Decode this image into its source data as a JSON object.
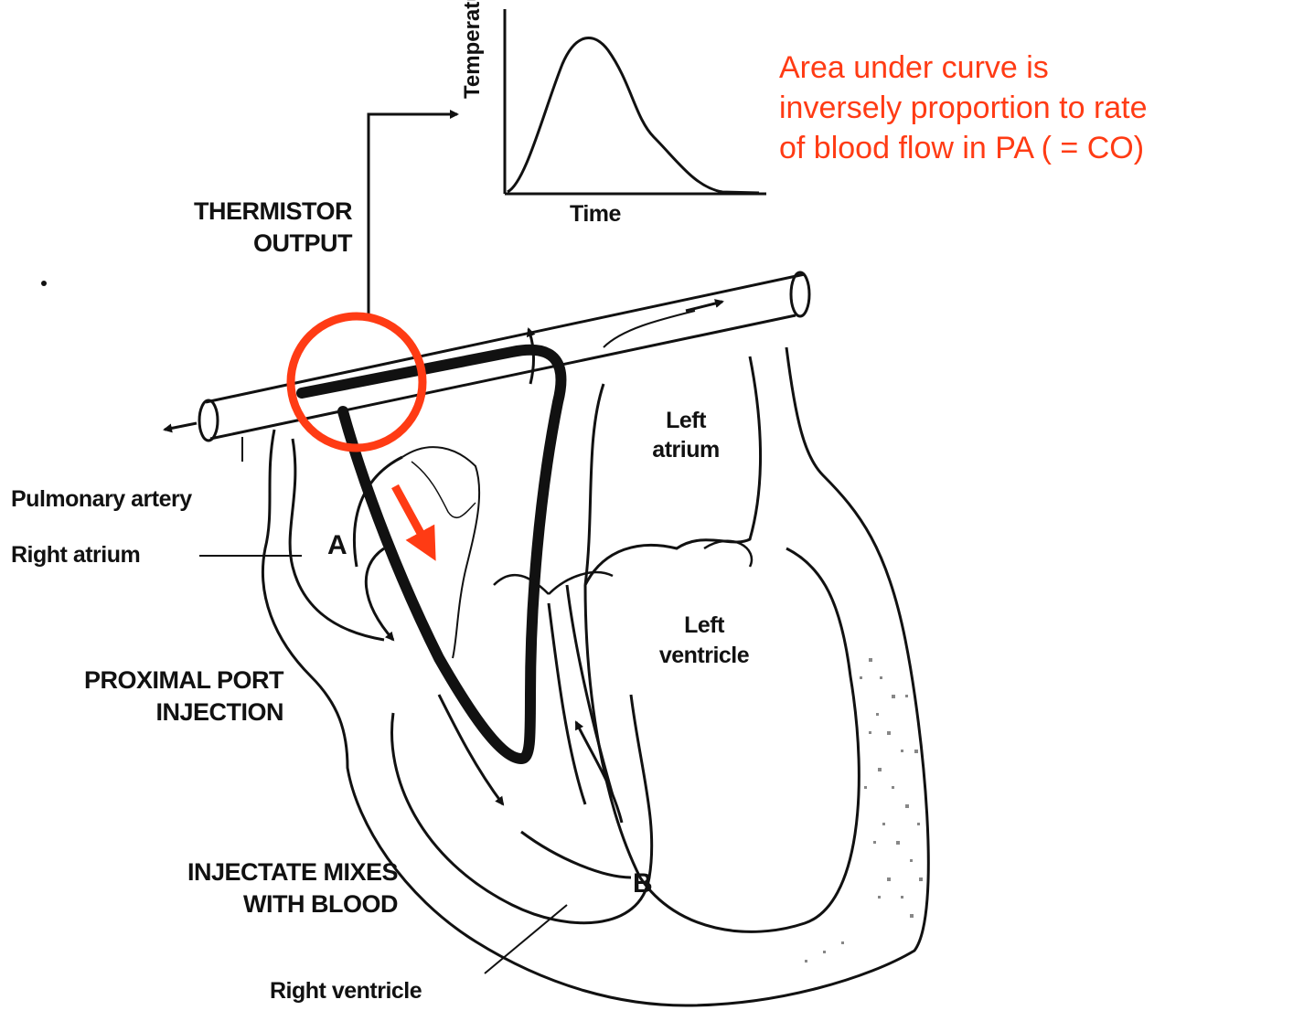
{
  "annotation": {
    "lines": [
      "Area under curve is",
      "inversely proportion to rate",
      "of blood flow in PA ( = CO)"
    ],
    "color": "#ff3b14"
  },
  "graph": {
    "ylabel": "Temperature",
    "xlabel": "Time"
  },
  "labels": {
    "thermistor_line1": "THERMISTOR",
    "thermistor_line2": "OUTPUT",
    "pulmonary_artery": "Pulmonary artery",
    "right_atrium": "Right atrium",
    "proximal_line1": "PROXIMAL PORT",
    "proximal_line2": "INJECTION",
    "injectate_line1": "INJECTATE MIXES",
    "injectate_line2": "WITH BLOOD",
    "right_ventricle": "Right ventricle",
    "left_atrium_line1": "Left",
    "left_atrium_line2": "atrium",
    "left_ventricle_line1": "Left",
    "left_ventricle_line2": "ventricle",
    "point_a": "A",
    "point_b": "B"
  },
  "highlight_color": "#ff3b14"
}
